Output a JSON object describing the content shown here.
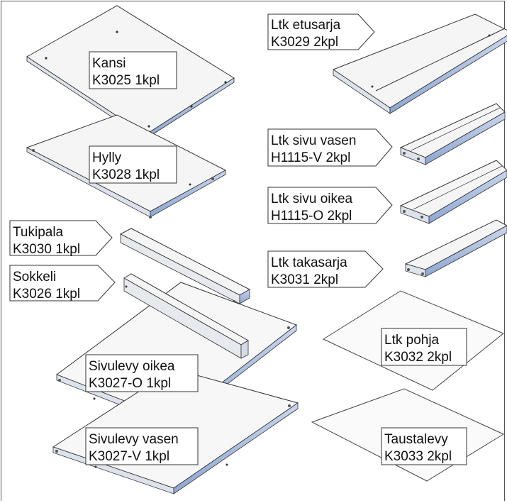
{
  "parts": [
    {
      "id": "kansi",
      "line1": "Kansi",
      "line2": "K3025 1kpl"
    },
    {
      "id": "hylly",
      "line1": "Hylly",
      "line2": "K3028 1kpl"
    },
    {
      "id": "tukipala",
      "line1": "Tukipala",
      "line2": "K3030 1kpl"
    },
    {
      "id": "sokkeli",
      "line1": "Sokkeli",
      "line2": "K3026 1kpl"
    },
    {
      "id": "sivulevy-oikea",
      "line1": "Sivulevy oikea",
      "line2": "K3027-O 1kpl"
    },
    {
      "id": "sivulevy-vasen",
      "line1": "Sivulevy vasen",
      "line2": "K3027-V 1kpl"
    },
    {
      "id": "ltk-etusarja",
      "line1": "Ltk etusarja",
      "line2": "K3029 2kpl"
    },
    {
      "id": "ltk-sivu-vasen",
      "line1": "Ltk sivu vasen",
      "line2": "H1115-V 2kpl"
    },
    {
      "id": "ltk-sivu-oikea",
      "line1": "Ltk sivu oikea",
      "line2": "H1115-O 2kpl"
    },
    {
      "id": "ltk-takasarja",
      "line1": "Ltk takasarja",
      "line2": "K3031 2kpl"
    },
    {
      "id": "ltk-pohja",
      "line1": "Ltk pohja",
      "line2": "K3032 2kpl"
    },
    {
      "id": "taustalevy",
      "line1": "Taustalevy",
      "line2": "K3033 2kpl"
    }
  ],
  "colors": {
    "panel_top": "#f4f4f4",
    "panel_edge": "#9eb3d6",
    "panel_outline": "#333333",
    "label_border": "#333333"
  }
}
